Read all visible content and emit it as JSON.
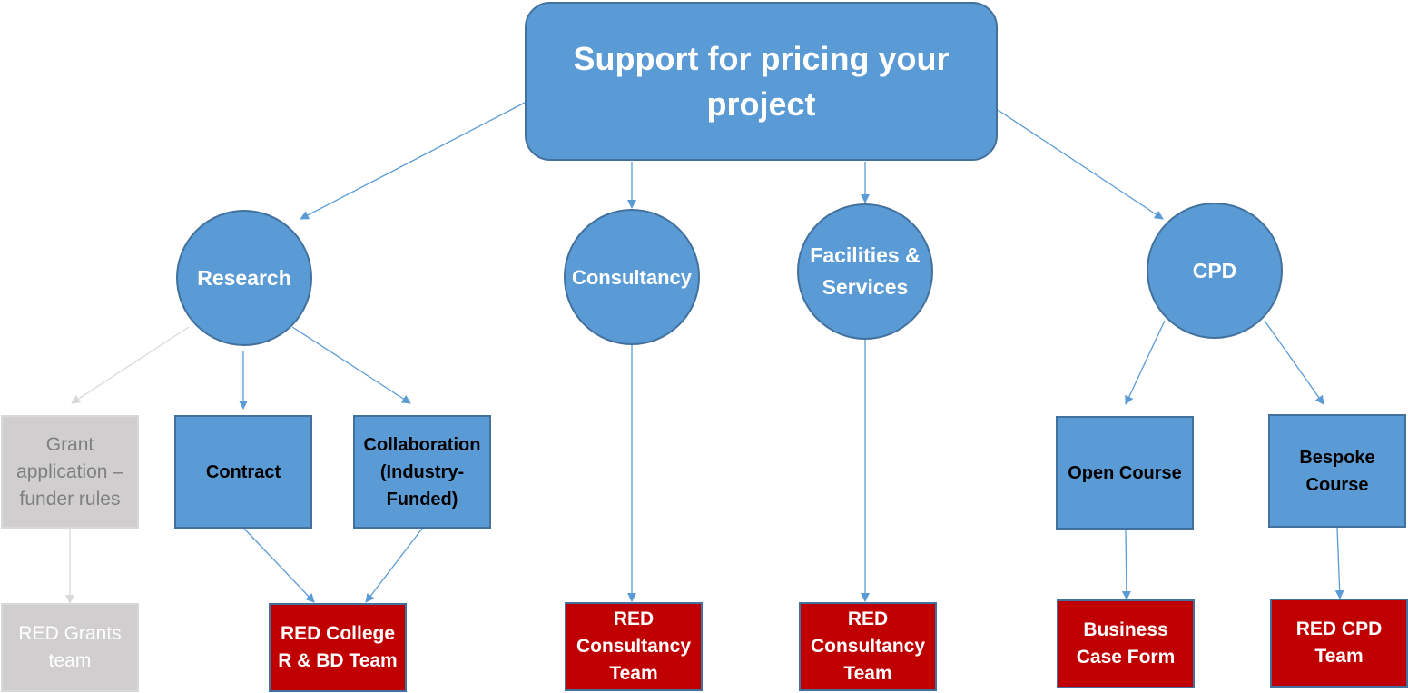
{
  "title": "Support for pricing your project",
  "categories": {
    "research": "Research",
    "consultancy": "Consultancy",
    "facilities": "Facilities & Services",
    "cpd": "CPD"
  },
  "subcategories": {
    "grant": "Grant application – funder rules",
    "contract": "Contract",
    "collaboration": "Collaboration (Industry-Funded)",
    "open_course": "Open Course",
    "bespoke_course": "Bespoke Course"
  },
  "contacts": {
    "red_grants": "RED Grants team",
    "red_college": "RED College R & BD Team",
    "red_consultancy_1": "RED Consultancy Team",
    "red_consultancy_2": "RED Consultancy Team",
    "business_case": "Business Case Form",
    "red_cpd": "RED CPD Team"
  },
  "colors": {
    "node_fill": "#5b9bd5",
    "node_border": "#41719c",
    "contact_fill": "#c00000",
    "inactive_fill": "#d0cece",
    "connector": "#5b9bd5",
    "inactive_connector": "#d9d9d9"
  }
}
